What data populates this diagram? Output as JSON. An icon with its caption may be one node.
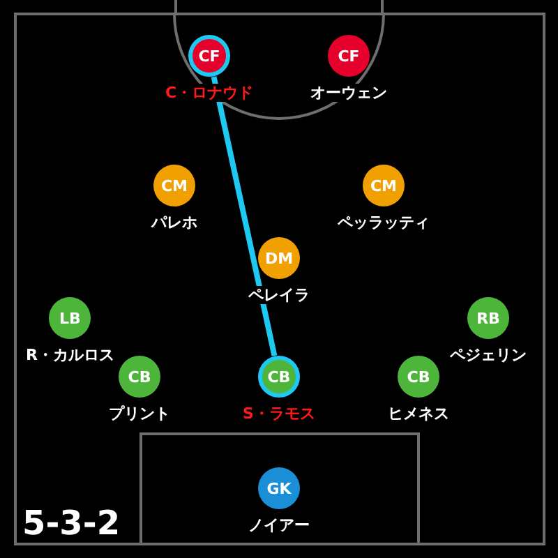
{
  "diagram": {
    "nodes": [
      {
        "text": [
          "CF"
        ],
        "beside": [
          "C・ロナウド"
        ]
      },
      {
        "text": [
          "CF"
        ],
        "beside": [
          "オーウェン"
        ]
      },
      {
        "text": [
          "CM"
        ],
        "beside": [
          "パレホ"
        ]
      },
      {
        "text": [
          "CM"
        ],
        "beside": [
          "ペッラッティ"
        ]
      },
      {
        "text": [
          "DM"
        ],
        "beside": [
          "ペレイラ"
        ]
      },
      {
        "text": [
          "LB"
        ],
        "beside": [
          "R・カルロス"
        ]
      },
      {
        "text": [
          "RB"
        ],
        "beside": [
          "ペジェリン"
        ]
      },
      {
        "text": [
          "CB"
        ],
        "beside": [
          "プリント"
        ]
      },
      {
        "text": [
          "CB"
        ],
        "beside": [
          "S・ラモス"
        ]
      },
      {
        "text": [
          "CB"
        ],
        "beside": [
          "ヒメネス"
        ]
      },
      {
        "text": [
          "GK"
        ],
        "beside": [
          "ノイアー"
        ]
      }
    ],
    "edges": [
      {
        "from": 0,
        "to": 8,
        "arrow": "none",
        "color": "#1ec8f0"
      }
    ],
    "labels": [
      "5-3-2"
    ]
  }
}
